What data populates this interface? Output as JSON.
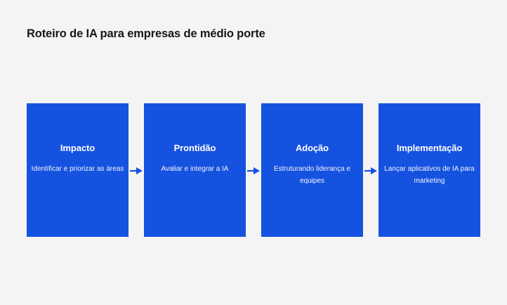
{
  "page": {
    "title": "Roteiro de IA para empresas de médio porte",
    "background_color": "#f4f4f4",
    "title_color": "#15171a",
    "accent_color": "#1652e0",
    "card_text_color": "#ffffff"
  },
  "flow": {
    "arrow_icon": "arrow-right-icon",
    "steps": [
      {
        "heading": "Impacto",
        "description": "Identificar e priorizar as áreas"
      },
      {
        "heading": "Prontidão",
        "description": "Avaliar e integrar a IA"
      },
      {
        "heading": "Adoção",
        "description": "Estruturando liderança e equipes"
      },
      {
        "heading": "Implementação",
        "description": "Lançar aplicativos de IA para marketing"
      }
    ]
  }
}
